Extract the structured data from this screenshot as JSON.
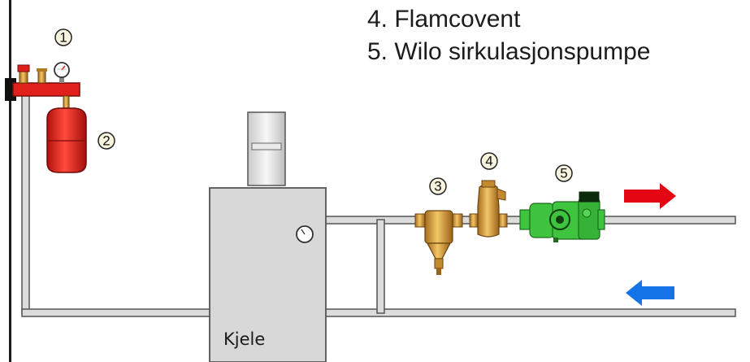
{
  "legend": {
    "item4": "4. Flamcovent",
    "item5": "5. Wilo sirkulasjonspumpe"
  },
  "boiler": {
    "label": "Kjele"
  },
  "markers": [
    "1",
    "2",
    "3",
    "4",
    "5"
  ],
  "arrows": {
    "supply_color": "#e30613",
    "return_color": "#1473e6"
  },
  "colors": {
    "pipe": "#d3d3d3",
    "pipe_outline": "#555555",
    "manifold": "#e0201b",
    "brass": "#d9a441",
    "pump_green": "#3fc43f"
  }
}
